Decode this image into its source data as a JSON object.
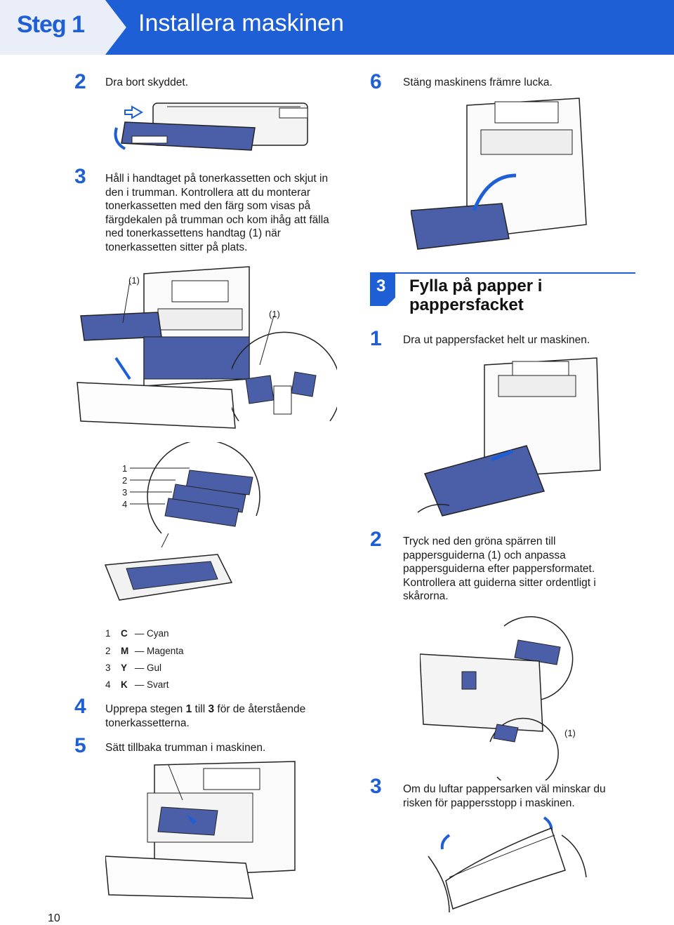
{
  "header": {
    "step": "Steg 1",
    "title": "Installera maskinen",
    "color": "#1f5fd6"
  },
  "left": {
    "step2": {
      "num": "2",
      "text": "Dra bort skyddet."
    },
    "step3": {
      "num": "3",
      "lines": [
        "Håll i handtaget på tonerkassetten och skjut in",
        "den i trumman. Kontrollera att du monterar",
        "tonerkassetten med den färg som visas på",
        "färgdekalen på trumman och kom ihåg att fälla",
        "ned tonerkassettens handtag (1) när",
        "tonerkassetten sitter på plats."
      ],
      "callout1": "(1)",
      "callout2": "(1)"
    },
    "cartridge_labels": [
      "1",
      "2",
      "3",
      "4"
    ],
    "legend": [
      {
        "n": "1",
        "key": "C",
        "name": "Cyan"
      },
      {
        "n": "2",
        "key": "M",
        "name": "Magenta"
      },
      {
        "n": "3",
        "key": "Y",
        "name": "Gul"
      },
      {
        "n": "4",
        "key": "K",
        "name": "Svart"
      }
    ],
    "step4": {
      "num": "4",
      "pre": "Upprepa stegen ",
      "b1": "1",
      "mid": " till ",
      "b2": "3",
      "post": " för de återstående",
      "line2": "tonerkassetterna."
    },
    "step5": {
      "num": "5",
      "text": "Sätt tillbaka trumman i maskinen."
    }
  },
  "right": {
    "step6": {
      "num": "6",
      "text": "Stäng maskinens främre lucka."
    },
    "section": {
      "num": "3",
      "title_line1": "Fylla på papper i",
      "title_line2": "pappersfacket"
    },
    "sstep1": {
      "num": "1",
      "text": "Dra ut pappersfacket helt ur maskinen."
    },
    "sstep2": {
      "num": "2",
      "lines": [
        "Tryck ned den gröna spärren till",
        "pappersguiderna (1) och anpassa",
        "pappersguiderna efter pappersformatet.",
        "Kontrollera att guiderna sitter ordentligt i",
        "skårorna."
      ],
      "callout": "(1)"
    },
    "sstep3": {
      "num": "3",
      "lines": [
        "Om du luftar pappersarken väl minskar du",
        "risken för pappersstopp i maskinen."
      ]
    }
  },
  "footer": {
    "page": "10"
  }
}
